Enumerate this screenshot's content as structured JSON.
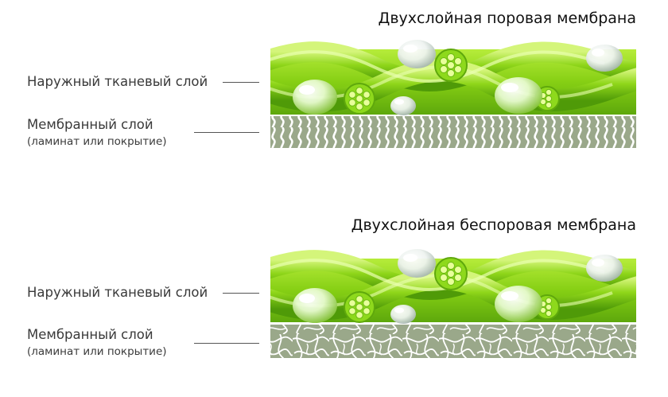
{
  "diagrams": [
    {
      "title": "Двухслойная поровая мембрана",
      "outer_label": "Наружный тканевый слой",
      "membrane_label": "Мембранный слой",
      "membrane_sublabel": "(ламинат или покрытие)",
      "membrane_type": "porous-wave"
    },
    {
      "title": "Двухслойная беспоровая мембрана",
      "outer_label": "Наружный тканевый слой",
      "membrane_label": "Мембранный слой",
      "membrane_sublabel": "(ламинат или покрытие)",
      "membrane_type": "nonporous-mesh"
    }
  ],
  "colors": {
    "fiber_green": "#8fd61a",
    "fiber_light": "#c8f060",
    "membrane_gray": "#9aa88a"
  }
}
